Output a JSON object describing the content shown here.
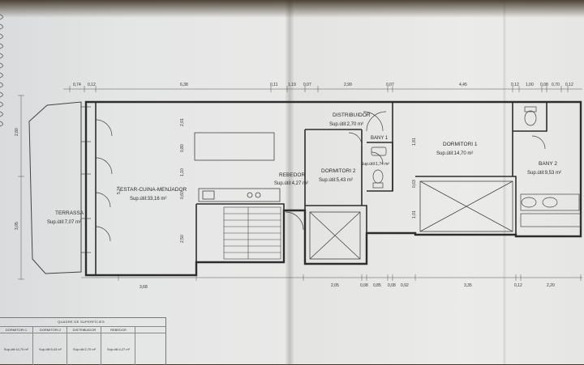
{
  "rooms": {
    "terrassa": {
      "name": "TERRASSA",
      "area": "Sup.útil:7,07 m²"
    },
    "estar": {
      "name": "ESTAR-CUINA-MENJADOR",
      "area": "Sup.útil:33,16 m²"
    },
    "rebedor": {
      "name": "REBEDOR",
      "area": "Sup.útil:4,27 m²"
    },
    "distribuidor": {
      "name": "DISTRIBUIDOR",
      "area": "Sup.útil:2,70 m²"
    },
    "dormitori2": {
      "name": "DORMITORI 2",
      "area": "Sup.útil:5,43 m²"
    },
    "bany1": {
      "name": "BANY 1",
      "area": "Sup.útil:1,74 m²"
    },
    "dormitori1": {
      "name": "DORMITORI 1",
      "area": "Sup.útil:14,70 m²"
    },
    "bany2": {
      "name": "BANY 2",
      "area": "Sup.útil:9,53 m²"
    }
  },
  "dimensions": {
    "top": [
      "0,74",
      "0,12",
      "6,38",
      "0,11",
      "1,19",
      "0,07",
      "2,99",
      "0,07",
      "4,45",
      "0,12",
      "1,00",
      "0,08",
      "0,70",
      "0,12"
    ],
    "bottom": [
      "3,68",
      "2,05",
      "0,08",
      "0,85",
      "0,08",
      "0,92",
      "3,35",
      "0,12",
      "2,20"
    ],
    "left": [
      "2,80",
      "3,05"
    ],
    "interior": [
      "2,01",
      "0,80",
      "1,10",
      "0,60",
      "2,50",
      "5,24",
      "1,81",
      "0,63",
      "1,01"
    ]
  },
  "legend": {
    "title": "QUADRE DE SUPERFÍCIES",
    "headers": [
      "DORMITORI 1",
      "DORMITORI 2",
      "DISTRIBUIDOR",
      "REBEDOR"
    ],
    "values": [
      "Sup.útil:14,70 m²",
      "Sup.útil:5,43 m²",
      "Sup.útil:2,70 m²",
      "Sup.útil:4,27 m²"
    ]
  }
}
